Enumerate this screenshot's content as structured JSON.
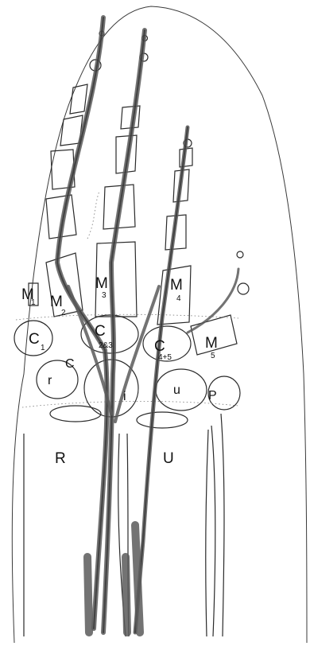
{
  "labels": {
    "M1": {
      "main": "M",
      "sub": "1"
    },
    "M2": {
      "main": "M",
      "sub": "2"
    },
    "M3": {
      "main": "M",
      "sub": "3"
    },
    "M4": {
      "main": "M",
      "sub": "4"
    },
    "M5": {
      "main": "M",
      "sub": "5"
    },
    "C1": {
      "main": "C",
      "sub": "1"
    },
    "C": {
      "main": "C"
    },
    "C23": {
      "main": "C",
      "sub": "2&3"
    },
    "C45": {
      "main": "C",
      "sub": "4+5"
    },
    "r": {
      "main": "r"
    },
    "i": {
      "main": "i"
    },
    "u": {
      "main": "u"
    },
    "P": {
      "main": "P"
    },
    "R": {
      "main": "R"
    },
    "U": {
      "main": "U"
    }
  }
}
